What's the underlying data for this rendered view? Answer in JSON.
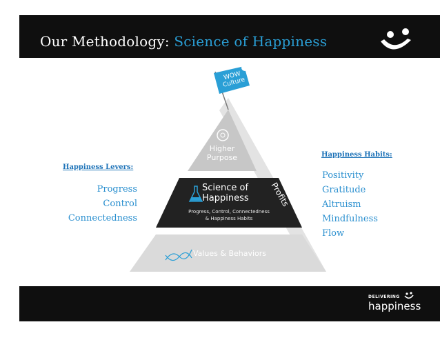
{
  "slide": {
    "title_prefix": "Our Methodology: ",
    "title_highlight": "Science of Happiness"
  },
  "pyramid": {
    "flag_line1": "WOW",
    "flag_line2": "Culture",
    "top_line1": "Higher",
    "top_line2": "Purpose",
    "middle_line1": "Science of",
    "middle_line2": "Happiness",
    "middle_sub1": "Progress, Control, Connectedness",
    "middle_sub2": "& Happiness Habits",
    "bottom_label": "Values & Behaviors",
    "side_label": "Profits"
  },
  "levers": {
    "heading": "Happiness Levers:",
    "items": [
      "Progress",
      "Control",
      "Connectedness"
    ]
  },
  "habits": {
    "heading": "Happiness Habits:",
    "items": [
      "Positivity",
      "Gratitude",
      "Altruism",
      "Mindfulness",
      "Flow"
    ]
  },
  "footer": {
    "logo_small": "DELIVERING",
    "logo_big": "happiness"
  },
  "colors": {
    "bar": "#0f0f0f",
    "accent": "#2a9fd6",
    "heading": "#1e73b8",
    "pyramid_top": "#c7c7c7",
    "pyramid_middle": "#222222",
    "pyramid_bottom": "#dadada",
    "flag": "#2a9fd6"
  }
}
